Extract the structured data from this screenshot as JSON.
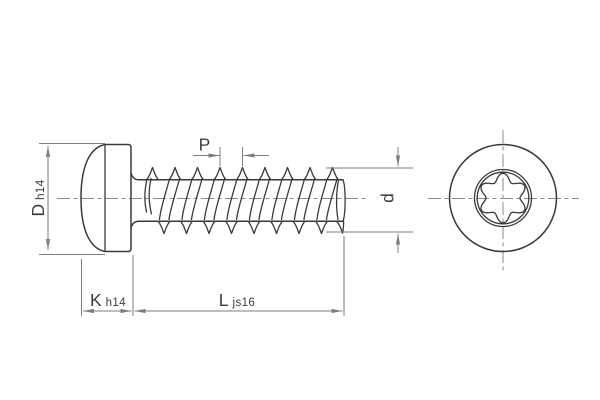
{
  "drawing": {
    "title": "pan-head-torx-screw-technical-drawing",
    "labels": {
      "head_diameter": {
        "main": "D",
        "suffix": "h14"
      },
      "head_height": {
        "main": "K",
        "suffix": "h14"
      },
      "length": {
        "main": "L",
        "suffix": "js16"
      },
      "pitch": {
        "main": "P"
      },
      "thread_diameter": {
        "main": "d"
      }
    },
    "colors": {
      "background": "#ffffff",
      "object_lines": "#3a3a3a",
      "dimension_lines": "#7d7d7d",
      "centerlines": "#8a8a8a"
    }
  }
}
